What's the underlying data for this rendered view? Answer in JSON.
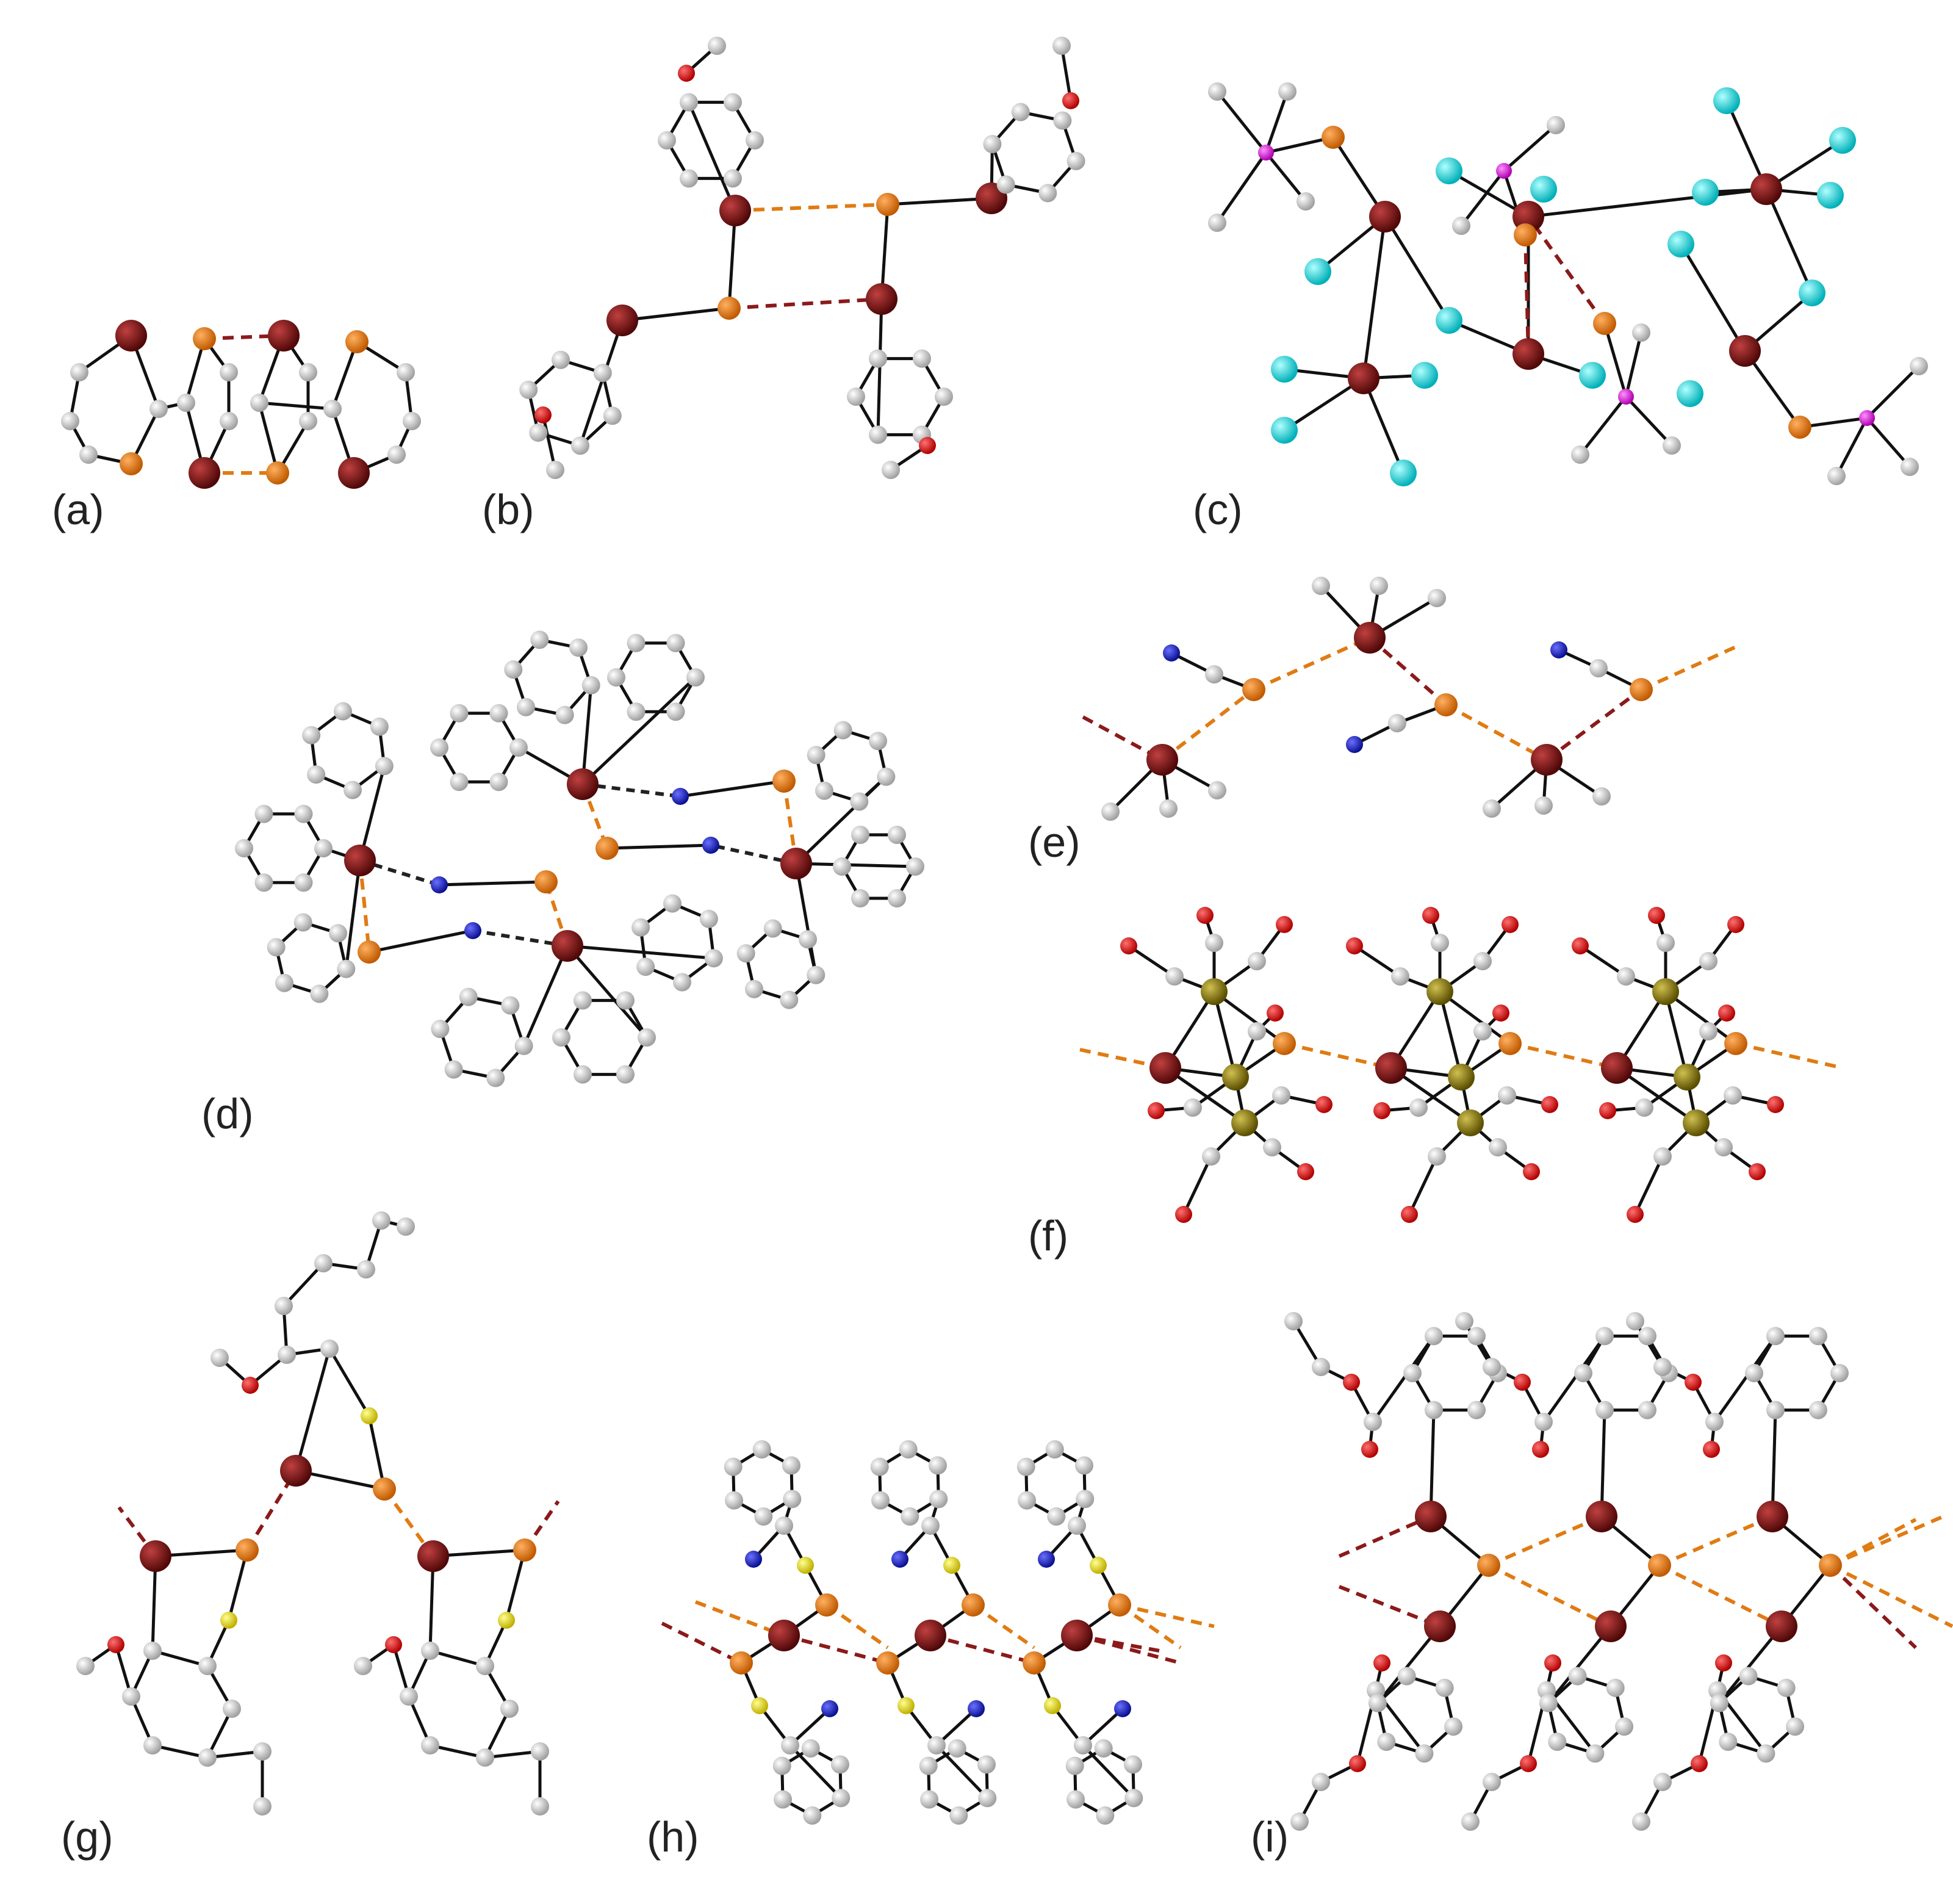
{
  "panels": [
    {
      "id": "a",
      "label": "(a)"
    },
    {
      "id": "b",
      "label": "(b)"
    },
    {
      "id": "c",
      "label": "(c)"
    },
    {
      "id": "d",
      "label": "(d)"
    },
    {
      "id": "e",
      "label": "(e)"
    },
    {
      "id": "f",
      "label": "(f)"
    },
    {
      "id": "g",
      "label": "(g)"
    },
    {
      "id": "h",
      "label": "(h)"
    },
    {
      "id": "i",
      "label": "(i)"
    }
  ],
  "colors": {
    "carbon": "#cfcfcf",
    "bromine": "#8b1212",
    "phosphorus_or_iodine": "#ef7f10",
    "oxygen": "#e01010",
    "nitrogen": "#1a22c8",
    "sulfur": "#f0e010",
    "fluorine": "#19e0e6",
    "silicon": "#e020e0",
    "iron": "#8a7a10"
  }
}
